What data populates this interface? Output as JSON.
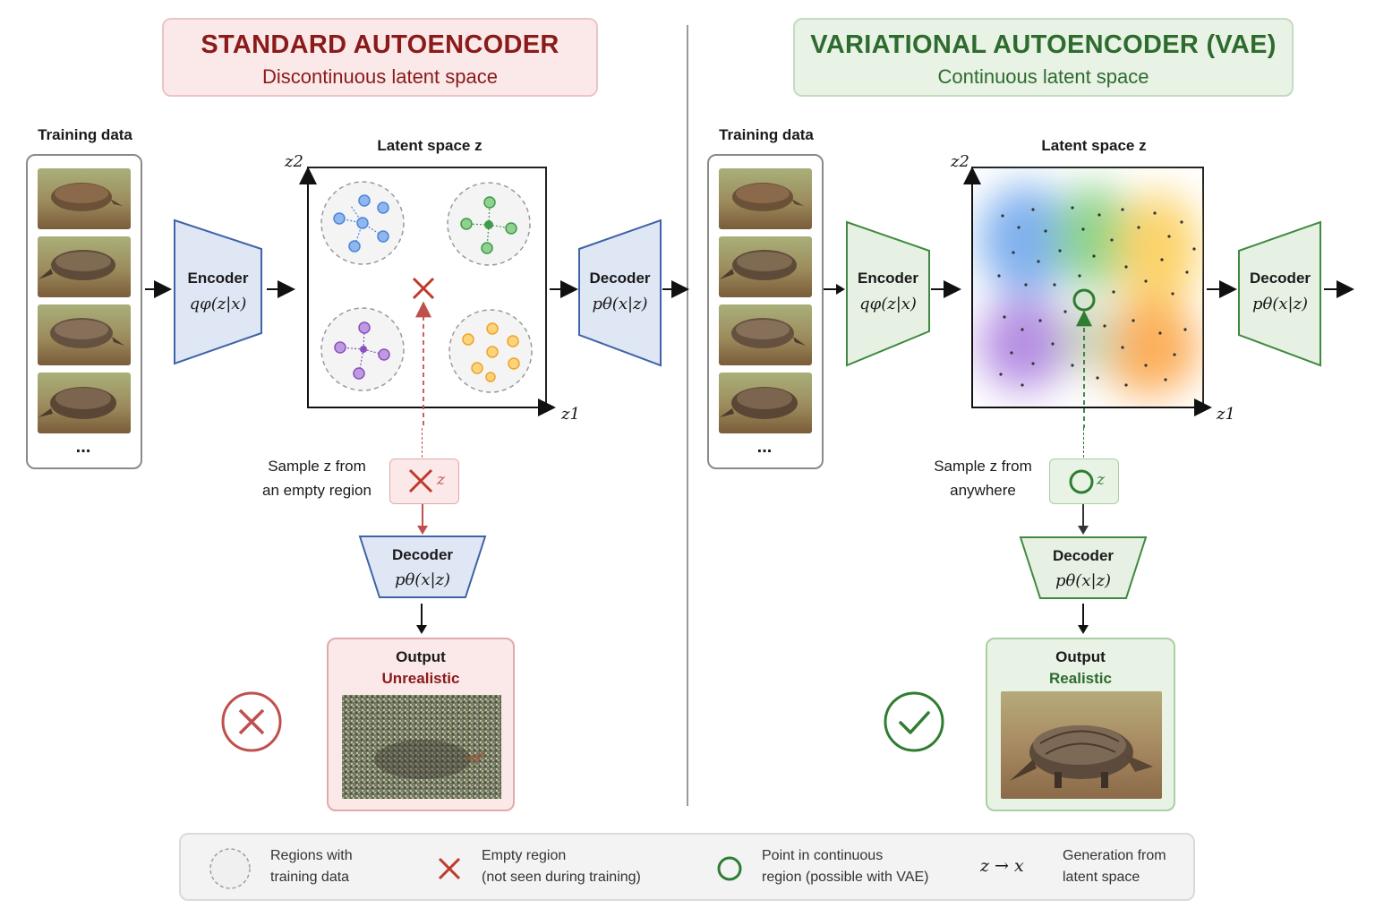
{
  "left": {
    "title": "STANDARD AUTOENCODER",
    "subtitle": "Discontinuous latent space",
    "training_label": "Training data",
    "ellipsis": "...",
    "encoder_label": "Encoder",
    "encoder_formula": "qφ(z|x)",
    "latent_title": "Latent space z",
    "axis_y": "z2",
    "axis_x": "z1",
    "decoder_label": "Decoder",
    "decoder_formula": "pθ(x|z)",
    "sample_line1": "Sample z from",
    "sample_line2": "an empty region",
    "sample_symbol": "z",
    "decoder2_label": "Decoder",
    "decoder2_formula": "pθ(x|z)",
    "output_title": "Output",
    "output_status": "Unrealistic"
  },
  "right": {
    "title": "VARIATIONAL AUTOENCODER (VAE)",
    "subtitle": "Continuous latent space",
    "training_label": "Training data",
    "ellipsis": "...",
    "encoder_label": "Encoder",
    "encoder_formula": "qφ(z|x)",
    "latent_title": "Latent space z",
    "axis_y": "z2",
    "axis_x": "z1",
    "decoder_label": "Decoder",
    "decoder_formula": "pθ(x|z)",
    "sample_line1": "Sample z from",
    "sample_line2": "anywhere",
    "sample_symbol": "z",
    "decoder2_label": "Decoder",
    "decoder2_formula": "pθ(x|z)",
    "output_title": "Output",
    "output_status": "Realistic"
  },
  "legend": {
    "item1_line1": "Regions with",
    "item1_line2": "training data",
    "item2_line1": "Empty region",
    "item2_line2": "(not seen during training)",
    "item3_line1": "Point in continuous",
    "item3_line2": "region (possible with VAE)",
    "item4_symbol": "z → x",
    "item4_line1": "Generation from",
    "item4_line2": "latent space"
  },
  "colors": {
    "standard_accent": "#8b1a1a",
    "vae_accent": "#2e6b2e",
    "encoder_blue": "#dfe7f5",
    "encoder_green": "#e6f1e3",
    "cluster_blue": "#4a86d8",
    "cluster_green": "#3f9a4a",
    "cluster_purple": "#8a4fc0",
    "cluster_orange": "#f0a22a"
  },
  "icons": {
    "empty_region": "red-x-icon",
    "continuous_point": "green-circle-icon",
    "fail": "x-circle-icon",
    "success": "check-circle-icon"
  }
}
